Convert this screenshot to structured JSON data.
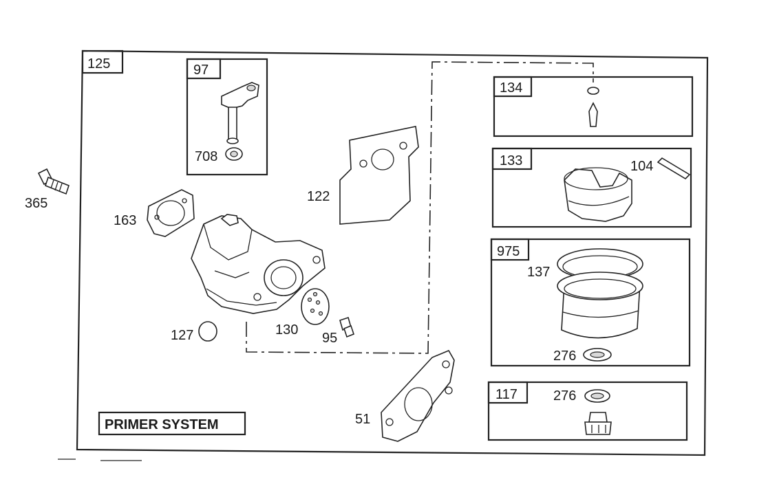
{
  "kit_tags": {
    "main": "125",
    "kit_97": "97",
    "kit_134": "134",
    "kit_133": "133",
    "kit_975": "975",
    "kit_117": "117"
  },
  "part_labels": {
    "p365": "365",
    "p708": "708",
    "p163": "163",
    "p122": "122",
    "p127": "127",
    "p130": "130",
    "p95": "95",
    "p104": "104",
    "p137": "137",
    "p276a": "276",
    "p276b": "276",
    "p51": "51"
  },
  "primer_system": "PRIMER SYSTEM"
}
